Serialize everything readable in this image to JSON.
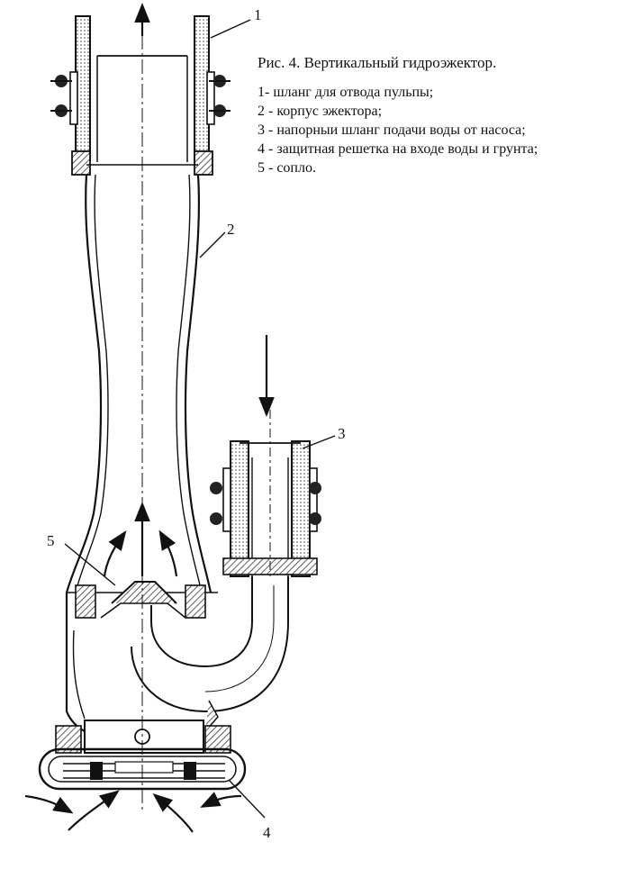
{
  "caption": {
    "title": "Рис. 4.  Вертикальный гидроэжектор.",
    "items": [
      "1- шланг для отвода пульпы;",
      "2 - корпус эжектора;",
      "3 - напорныи шланг подачи воды от насоса;",
      "4 - защитная решетка на входе воды и грунта;",
      "5 - сопло."
    ]
  },
  "callouts": [
    "1",
    "2",
    "3",
    "4",
    "5"
  ],
  "colors": {
    "ink": "#111111",
    "hatch": "#333333",
    "paper": "#ffffff"
  }
}
